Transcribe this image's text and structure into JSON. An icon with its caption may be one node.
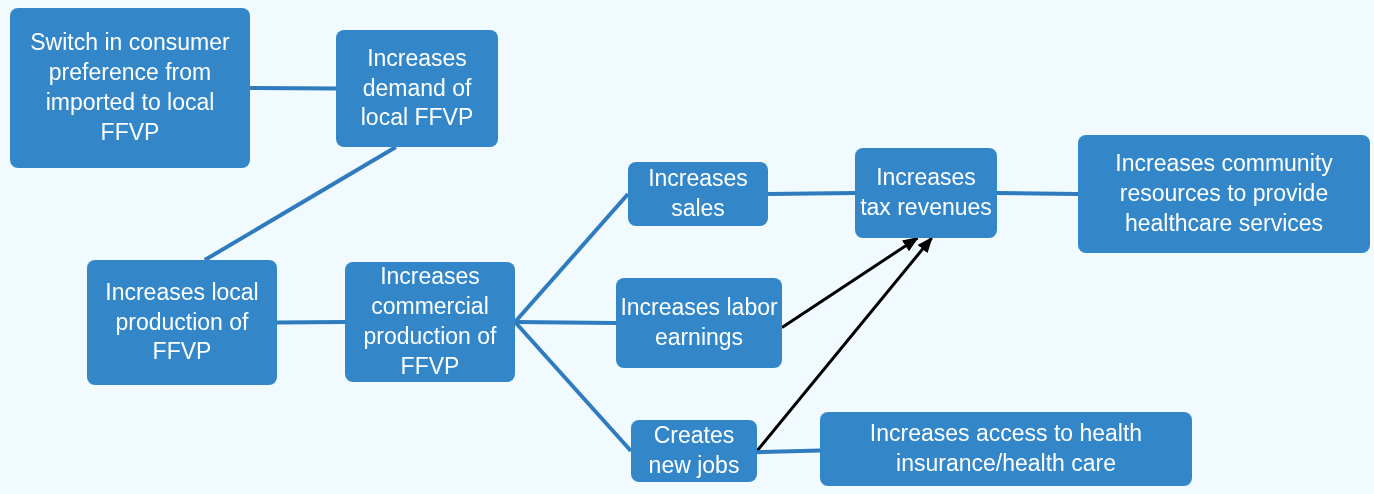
{
  "diagram": {
    "nodes": [
      {
        "text": [
          "Switch in consumer preference from imported to local FFVP"
        ]
      },
      {
        "text": [
          "Increases demand of local FFVP"
        ]
      },
      {
        "text": [
          "Increases local production of FFVP"
        ]
      },
      {
        "text": [
          "Increases commercial production of FFVP"
        ]
      },
      {
        "text": [
          "Increases sales"
        ]
      },
      {
        "text": [
          "Increases labor earnings"
        ]
      },
      {
        "text": [
          "Creates new jobs"
        ]
      },
      {
        "text": [
          "Increases tax revenues"
        ]
      },
      {
        "text": [
          "Increases community resources to provide healthcare services"
        ]
      },
      {
        "text": [
          "Increases access to health insurance/health care"
        ]
      }
    ],
    "edges": [
      {
        "from": 0,
        "to": 1,
        "arrow": "none"
      },
      {
        "from": 2,
        "to": 1,
        "arrow": "none"
      },
      {
        "from": 2,
        "to": 3,
        "arrow": "none"
      },
      {
        "from": 3,
        "to": 4,
        "arrow": "none"
      },
      {
        "from": 3,
        "to": 5,
        "arrow": "none"
      },
      {
        "from": 3,
        "to": 6,
        "arrow": "none"
      },
      {
        "from": 4,
        "to": 7,
        "arrow": "none"
      },
      {
        "from": 7,
        "to": 8,
        "arrow": "none"
      },
      {
        "from": 5,
        "to": 7,
        "arrow": "to",
        "color": "#000000"
      },
      {
        "from": 6,
        "to": 7,
        "arrow": "to",
        "color": "#000000"
      },
      {
        "from": 6,
        "to": 9,
        "arrow": "none"
      }
    ]
  }
}
